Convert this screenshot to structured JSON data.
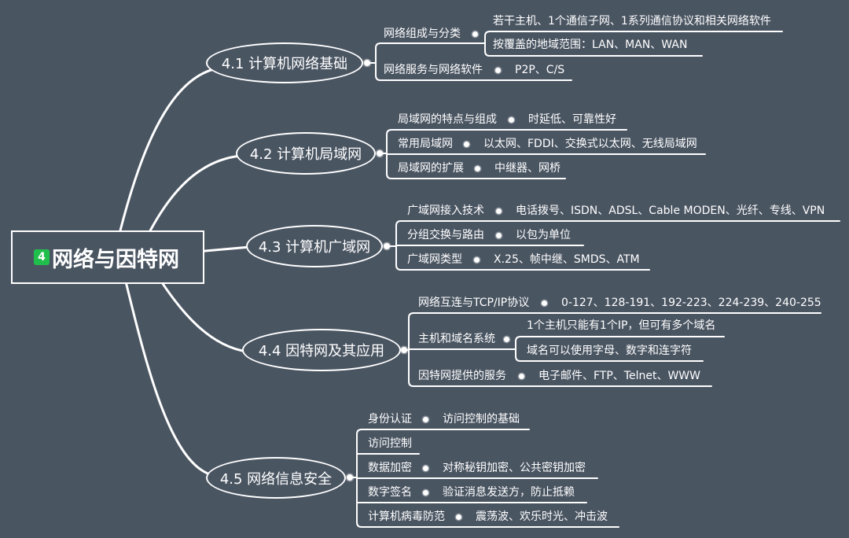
{
  "colors": {
    "background": "#4a5562",
    "line": "#ffffff",
    "text": "#ffffff",
    "badge": "#20bf4c"
  },
  "root": {
    "badge": "4",
    "label": "网络与因特网"
  },
  "branches": [
    {
      "label": "4.1 计算机网络基础",
      "items": [
        {
          "label": "网络组成与分类",
          "children": [
            "若干主机、1个通信子网、1系列通信协议和相关网络软件",
            "按覆盖的地域范围：LAN、MAN、WAN"
          ]
        },
        {
          "label": "网络服务与网络软件",
          "value": "P2P、C/S"
        }
      ]
    },
    {
      "label": "4.2 计算机局域网",
      "items": [
        {
          "label": "局域网的特点与组成",
          "value": "时延低、可靠性好"
        },
        {
          "label": "常用局域网",
          "value": "以太网、FDDI、交换式以太网、无线局域网"
        },
        {
          "label": "局域网的扩展",
          "value": "中继器、网桥"
        }
      ]
    },
    {
      "label": "4.3 计算机广域网",
      "items": [
        {
          "label": "广域网接入技术",
          "value": "电话拨号、ISDN、ADSL、Cable MODEN、光纤、专线、VPN"
        },
        {
          "label": "分组交换与路由",
          "value": "以包为单位"
        },
        {
          "label": "广域网类型",
          "value": "X.25、帧中继、SMDS、ATM"
        }
      ]
    },
    {
      "label": "4.4 因特网及其应用",
      "items": [
        {
          "label": "网络互连与TCP/IP协议",
          "value": "0-127、128-191、192-223、224-239、240-255"
        },
        {
          "label": "主机和域名系统",
          "children": [
            "1个主机只能有1个IP，但可有多个域名",
            "域名可以使用字母、数字和连字符"
          ]
        },
        {
          "label": "因特网提供的服务",
          "value": "电子邮件、FTP、Telnet、WWW"
        }
      ]
    },
    {
      "label": "4.5 网络信息安全",
      "items": [
        {
          "label": "身份认证",
          "value": "访问控制的基础"
        },
        {
          "label": "访问控制"
        },
        {
          "label": "数据加密",
          "value": "对称秘钥加密、公共密钥加密"
        },
        {
          "label": "数字签名",
          "value": "验证消息发送方，防止抵赖"
        },
        {
          "label": "计算机病毒防范",
          "value": "震荡波、欢乐时光、冲击波"
        }
      ]
    }
  ]
}
